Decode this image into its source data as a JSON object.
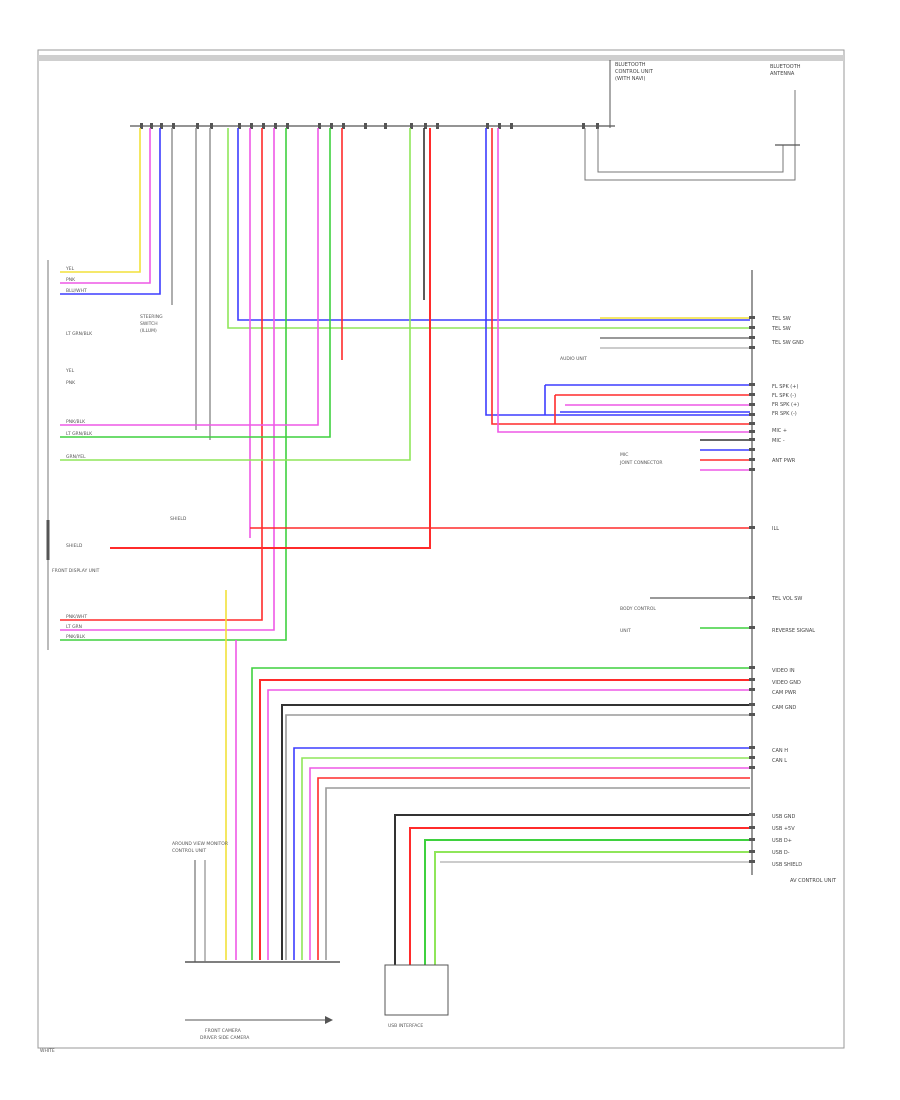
{
  "diagram": {
    "page_label": "WHITE",
    "top_right": {
      "unit_label_1": "BLUETOOTH",
      "unit_label_2": "CONTROL UNIT",
      "unit_label_3": "(WITH NAVI)",
      "unit_label_4": "BLUETOOTH",
      "unit_label_5": "ANTENNA"
    },
    "left_block": {
      "label_1": "YEL",
      "label_2": "PNK",
      "label_3": "BLU/WHT",
      "label_4": "LT GRN/BLK",
      "label_5": "YEL",
      "label_6": "PNK",
      "label_7": "PNK/BLK",
      "label_8": "LT GRN/BLK",
      "label_9": "GRN/YEL",
      "label_10": "SHIELD",
      "label_11": "PNK/WHT",
      "label_12": "LT GRN",
      "label_13": "PNK/BLK",
      "unit_1": "STEERING",
      "unit_2": "SWITCH",
      "unit_3": "(ILLUM)",
      "unit_4": "SHIELD",
      "unit_5": "FRONT DISPLAY UNIT"
    },
    "right_labels": {
      "r1": "TEL SW",
      "r2": "TEL SW",
      "r3": "TEL SW GND",
      "r4": "FL SPK (+)",
      "r5": "FL SPK (-)",
      "r6": "FR SPK (+)",
      "r7": "FR SPK (-)",
      "r8": "MIC +",
      "r9": "MIC -",
      "r10": "ANT PWR",
      "r11": "ILL",
      "r12": "REVERSE SIGNAL",
      "r13": "TEL VOL SW",
      "r14": "VIDEO IN",
      "r15": "VIDEO GND",
      "r16": "CAM PWR",
      "r17": "CAM GND",
      "r18": "CAN H",
      "r19": "CAN L",
      "r20": "USB GND",
      "r21": "USB +5V",
      "r22": "USB D+",
      "r23": "USB D-",
      "r24": "USB SHIELD",
      "unit_right": "AV CONTROL UNIT",
      "sub_1": "AUDIO UNIT",
      "sub_2": "MIC",
      "sub_3": "JOINT CONNECTOR",
      "sub_4": "BODY CONTROL",
      "sub_5": "UNIT"
    },
    "bottom": {
      "camera_label_1": "AROUND VIEW MONITOR",
      "camera_label_2": "CONTROL UNIT",
      "camera_caption_1": "FRONT CAMERA",
      "camera_caption_2": "DRIVER SIDE CAMERA",
      "usb_caption": "USB INTERFACE"
    },
    "wire_colors": {
      "yellow": "#f2e13a",
      "pink": "#ee59e6",
      "blue": "#3d3dff",
      "green": "#3fd13f",
      "light_green": "#8fe65a",
      "red": "#ff2b2b",
      "black": "#333333",
      "gray": "#9a9a9a",
      "violet": "#b060ff"
    }
  }
}
